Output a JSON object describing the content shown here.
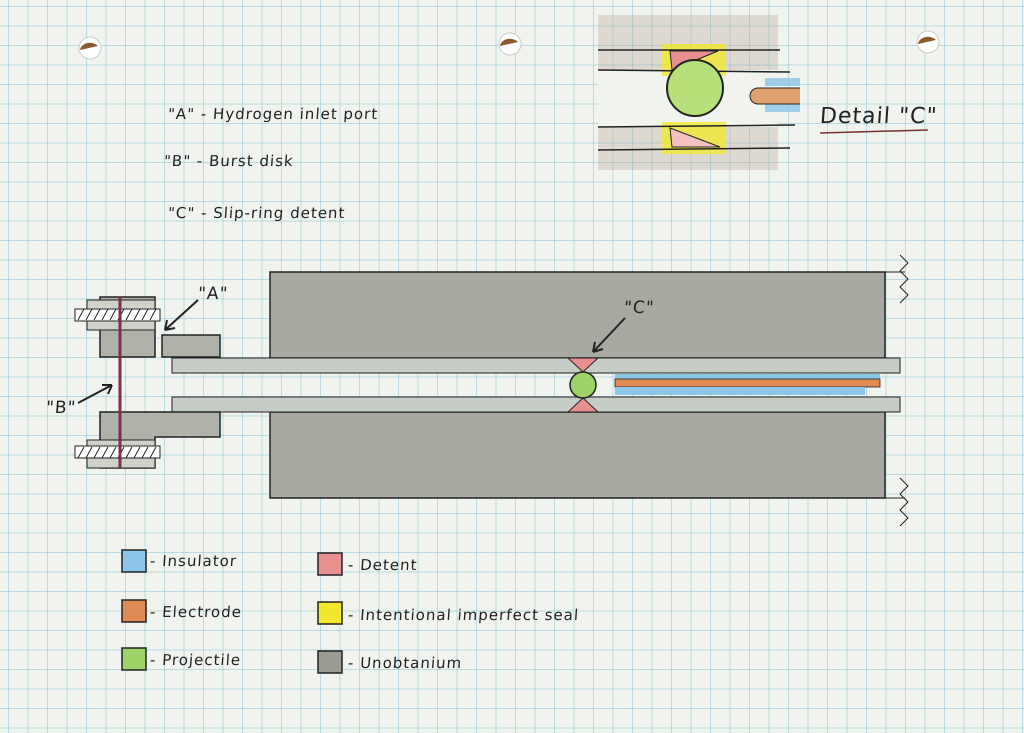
{
  "key": [
    {
      "letter": "\"A\"",
      "text": "- Hydrogen inlet port"
    },
    {
      "letter": "\"B\"",
      "text": "- Burst disk"
    },
    {
      "letter": "\"C\"",
      "text": "- Slip-ring detent"
    }
  ],
  "detail_label": "Detail \"C\"",
  "callouts": {
    "a": "\"A\"",
    "b": "\"B\"",
    "c": "\"C\""
  },
  "legend": [
    {
      "label": "- Insulator",
      "color": "#8cc6e8"
    },
    {
      "label": "- Electrode",
      "color": "#e08a55"
    },
    {
      "label": "- Projectile",
      "color": "#9fd36a"
    },
    {
      "label": "- Detent",
      "color": "#e89090"
    },
    {
      "label": "- Intentional imperfect seal",
      "color": "#f2e830"
    },
    {
      "label": "- Unobtanium",
      "color": "#9a9c94"
    }
  ]
}
